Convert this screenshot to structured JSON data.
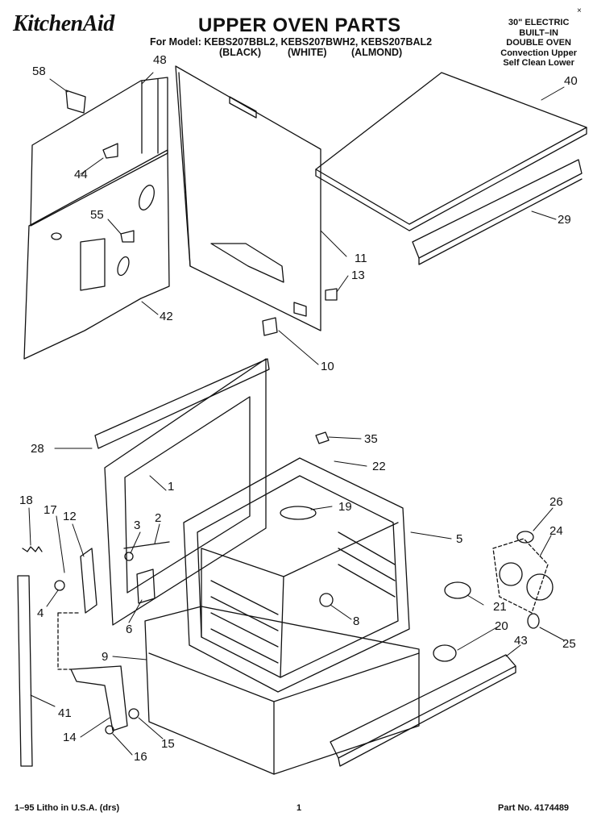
{
  "header": {
    "brand": "KitchenAid",
    "title": "UPPER OVEN PARTS",
    "models_line": "For Model: KEBS207BBL2, KEBS207BWH2, KEBS207BAL2",
    "colors": [
      "(BLACK)",
      "(WHITE)",
      "(ALMOND)"
    ],
    "mark": "×",
    "description": [
      "30\" ELECTRIC",
      "BUILT–IN",
      "DOUBLE OVEN",
      "Convection Upper",
      "Self Clean Lower"
    ]
  },
  "footer": {
    "print_info": "1–95 Litho in U.S.A. (drs)",
    "page_number": "1",
    "part_number": "Part No. 4174489"
  },
  "callouts": [
    {
      "id": "58",
      "label": "58"
    },
    {
      "id": "48",
      "label": "48"
    },
    {
      "id": "40",
      "label": "40"
    },
    {
      "id": "44",
      "label": "44"
    },
    {
      "id": "29",
      "label": "29"
    },
    {
      "id": "55",
      "label": "55"
    },
    {
      "id": "11",
      "label": "11"
    },
    {
      "id": "13",
      "label": "13"
    },
    {
      "id": "42",
      "label": "42"
    },
    {
      "id": "10",
      "label": "10"
    },
    {
      "id": "28",
      "label": "28"
    },
    {
      "id": "35",
      "label": "35"
    },
    {
      "id": "22",
      "label": "22"
    },
    {
      "id": "1",
      "label": "1"
    },
    {
      "id": "18",
      "label": "18"
    },
    {
      "id": "17",
      "label": "17"
    },
    {
      "id": "12",
      "label": "12"
    },
    {
      "id": "3",
      "label": "3"
    },
    {
      "id": "2",
      "label": "2"
    },
    {
      "id": "19",
      "label": "19"
    },
    {
      "id": "26",
      "label": "26"
    },
    {
      "id": "24",
      "label": "24"
    },
    {
      "id": "5",
      "label": "5"
    },
    {
      "id": "4",
      "label": "4"
    },
    {
      "id": "6",
      "label": "6"
    },
    {
      "id": "8",
      "label": "8"
    },
    {
      "id": "21",
      "label": "21"
    },
    {
      "id": "20",
      "label": "20"
    },
    {
      "id": "43",
      "label": "43"
    },
    {
      "id": "25",
      "label": "25"
    },
    {
      "id": "9",
      "label": "9"
    },
    {
      "id": "41",
      "label": "41"
    },
    {
      "id": "14",
      "label": "14"
    },
    {
      "id": "15",
      "label": "15"
    },
    {
      "id": "16",
      "label": "16"
    }
  ]
}
